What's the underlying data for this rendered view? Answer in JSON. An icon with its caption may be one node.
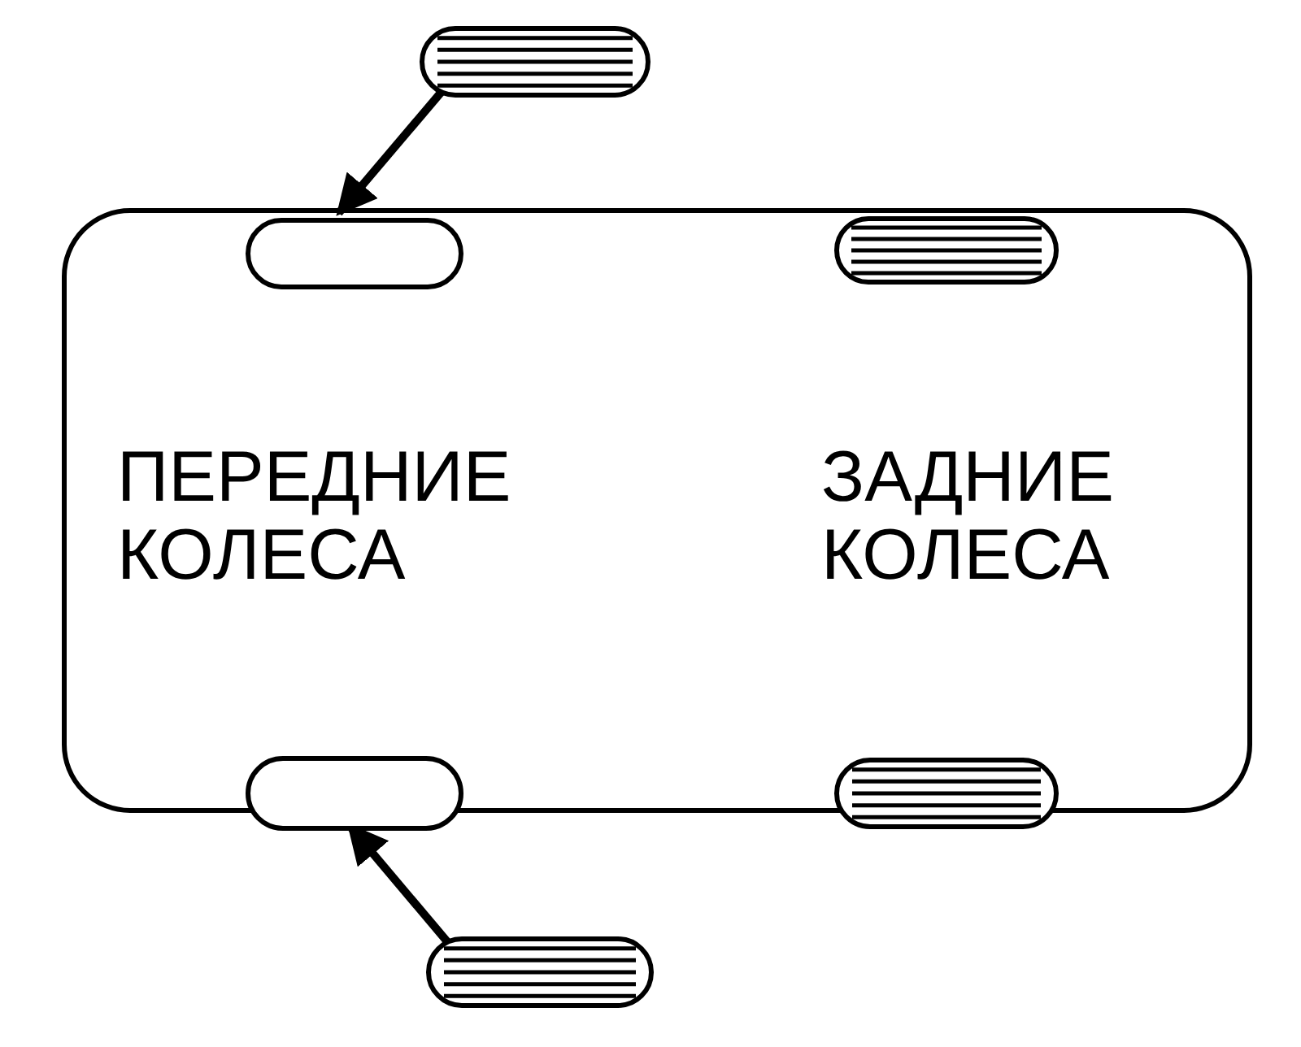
{
  "diagram": {
    "nodes": [
      {
        "text": [],
        "shape": "box"
      },
      {
        "text": [],
        "shape": "wheel"
      },
      {
        "text": [],
        "shape": "oval",
        "in": 0
      },
      {
        "text": [],
        "shape": "wheel",
        "in": 0
      },
      {
        "text": [],
        "shape": "oval",
        "in": 0
      },
      {
        "text": [],
        "shape": "wheel",
        "in": 0
      },
      {
        "text": [],
        "shape": "wheel"
      }
    ],
    "edges": [
      {
        "from": 1,
        "to": 2,
        "arrow": "to"
      },
      {
        "from": 6,
        "to": 4,
        "arrow": "to"
      }
    ],
    "labels": [
      "ПЕРЕДНИЕ КОЛЕСА",
      "ЗАДНИЕ КОЛЕСА"
    ]
  }
}
